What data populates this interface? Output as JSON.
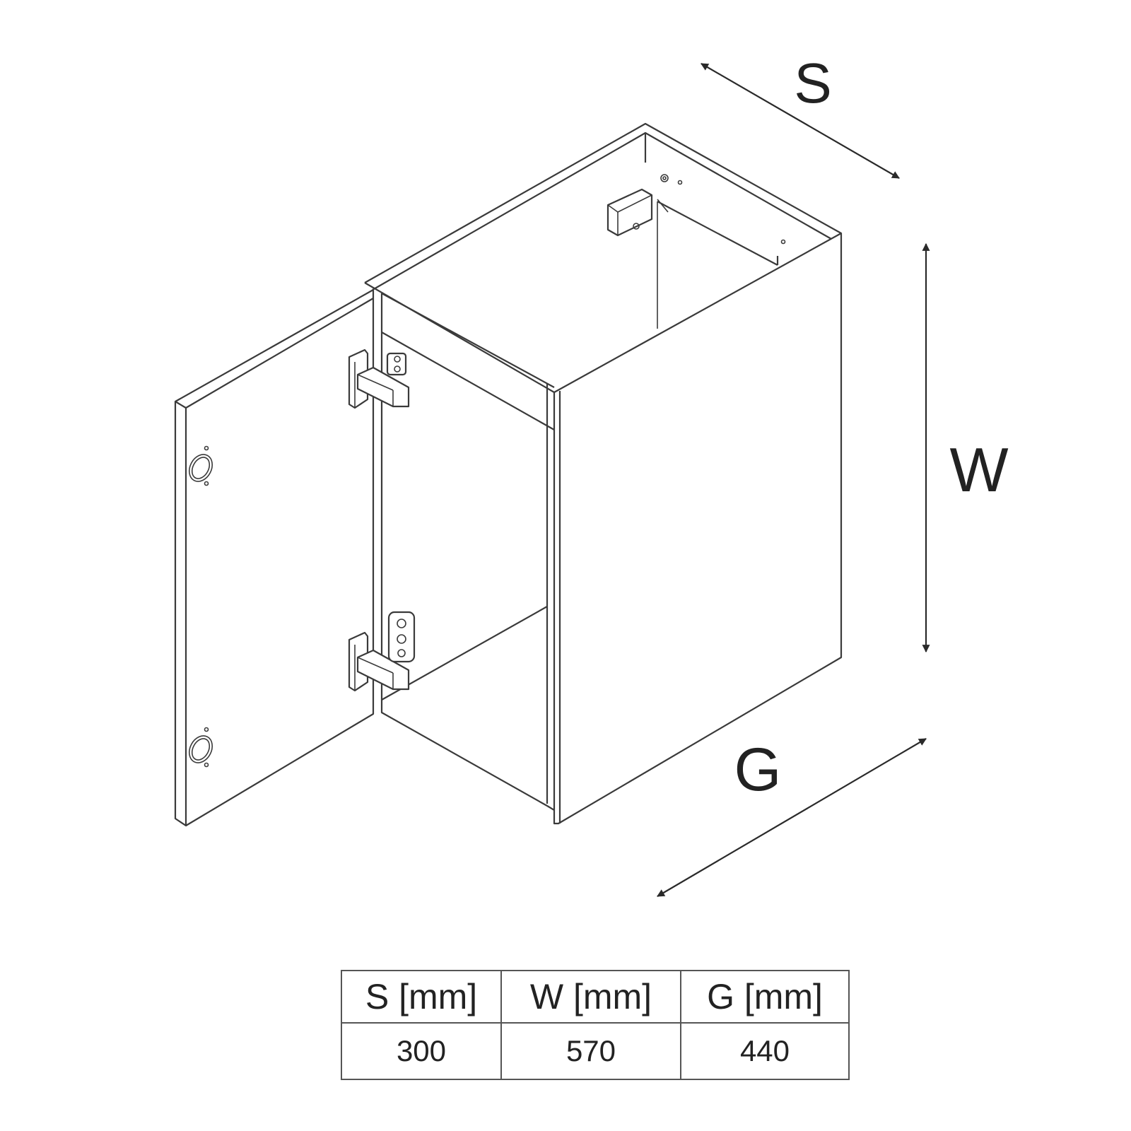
{
  "dimension_labels": {
    "width": "S",
    "height": "W",
    "depth": "G"
  },
  "table": {
    "headers": [
      "S [mm]",
      "W [mm]",
      "G [mm]"
    ],
    "values": [
      "300",
      "570",
      "440"
    ]
  }
}
